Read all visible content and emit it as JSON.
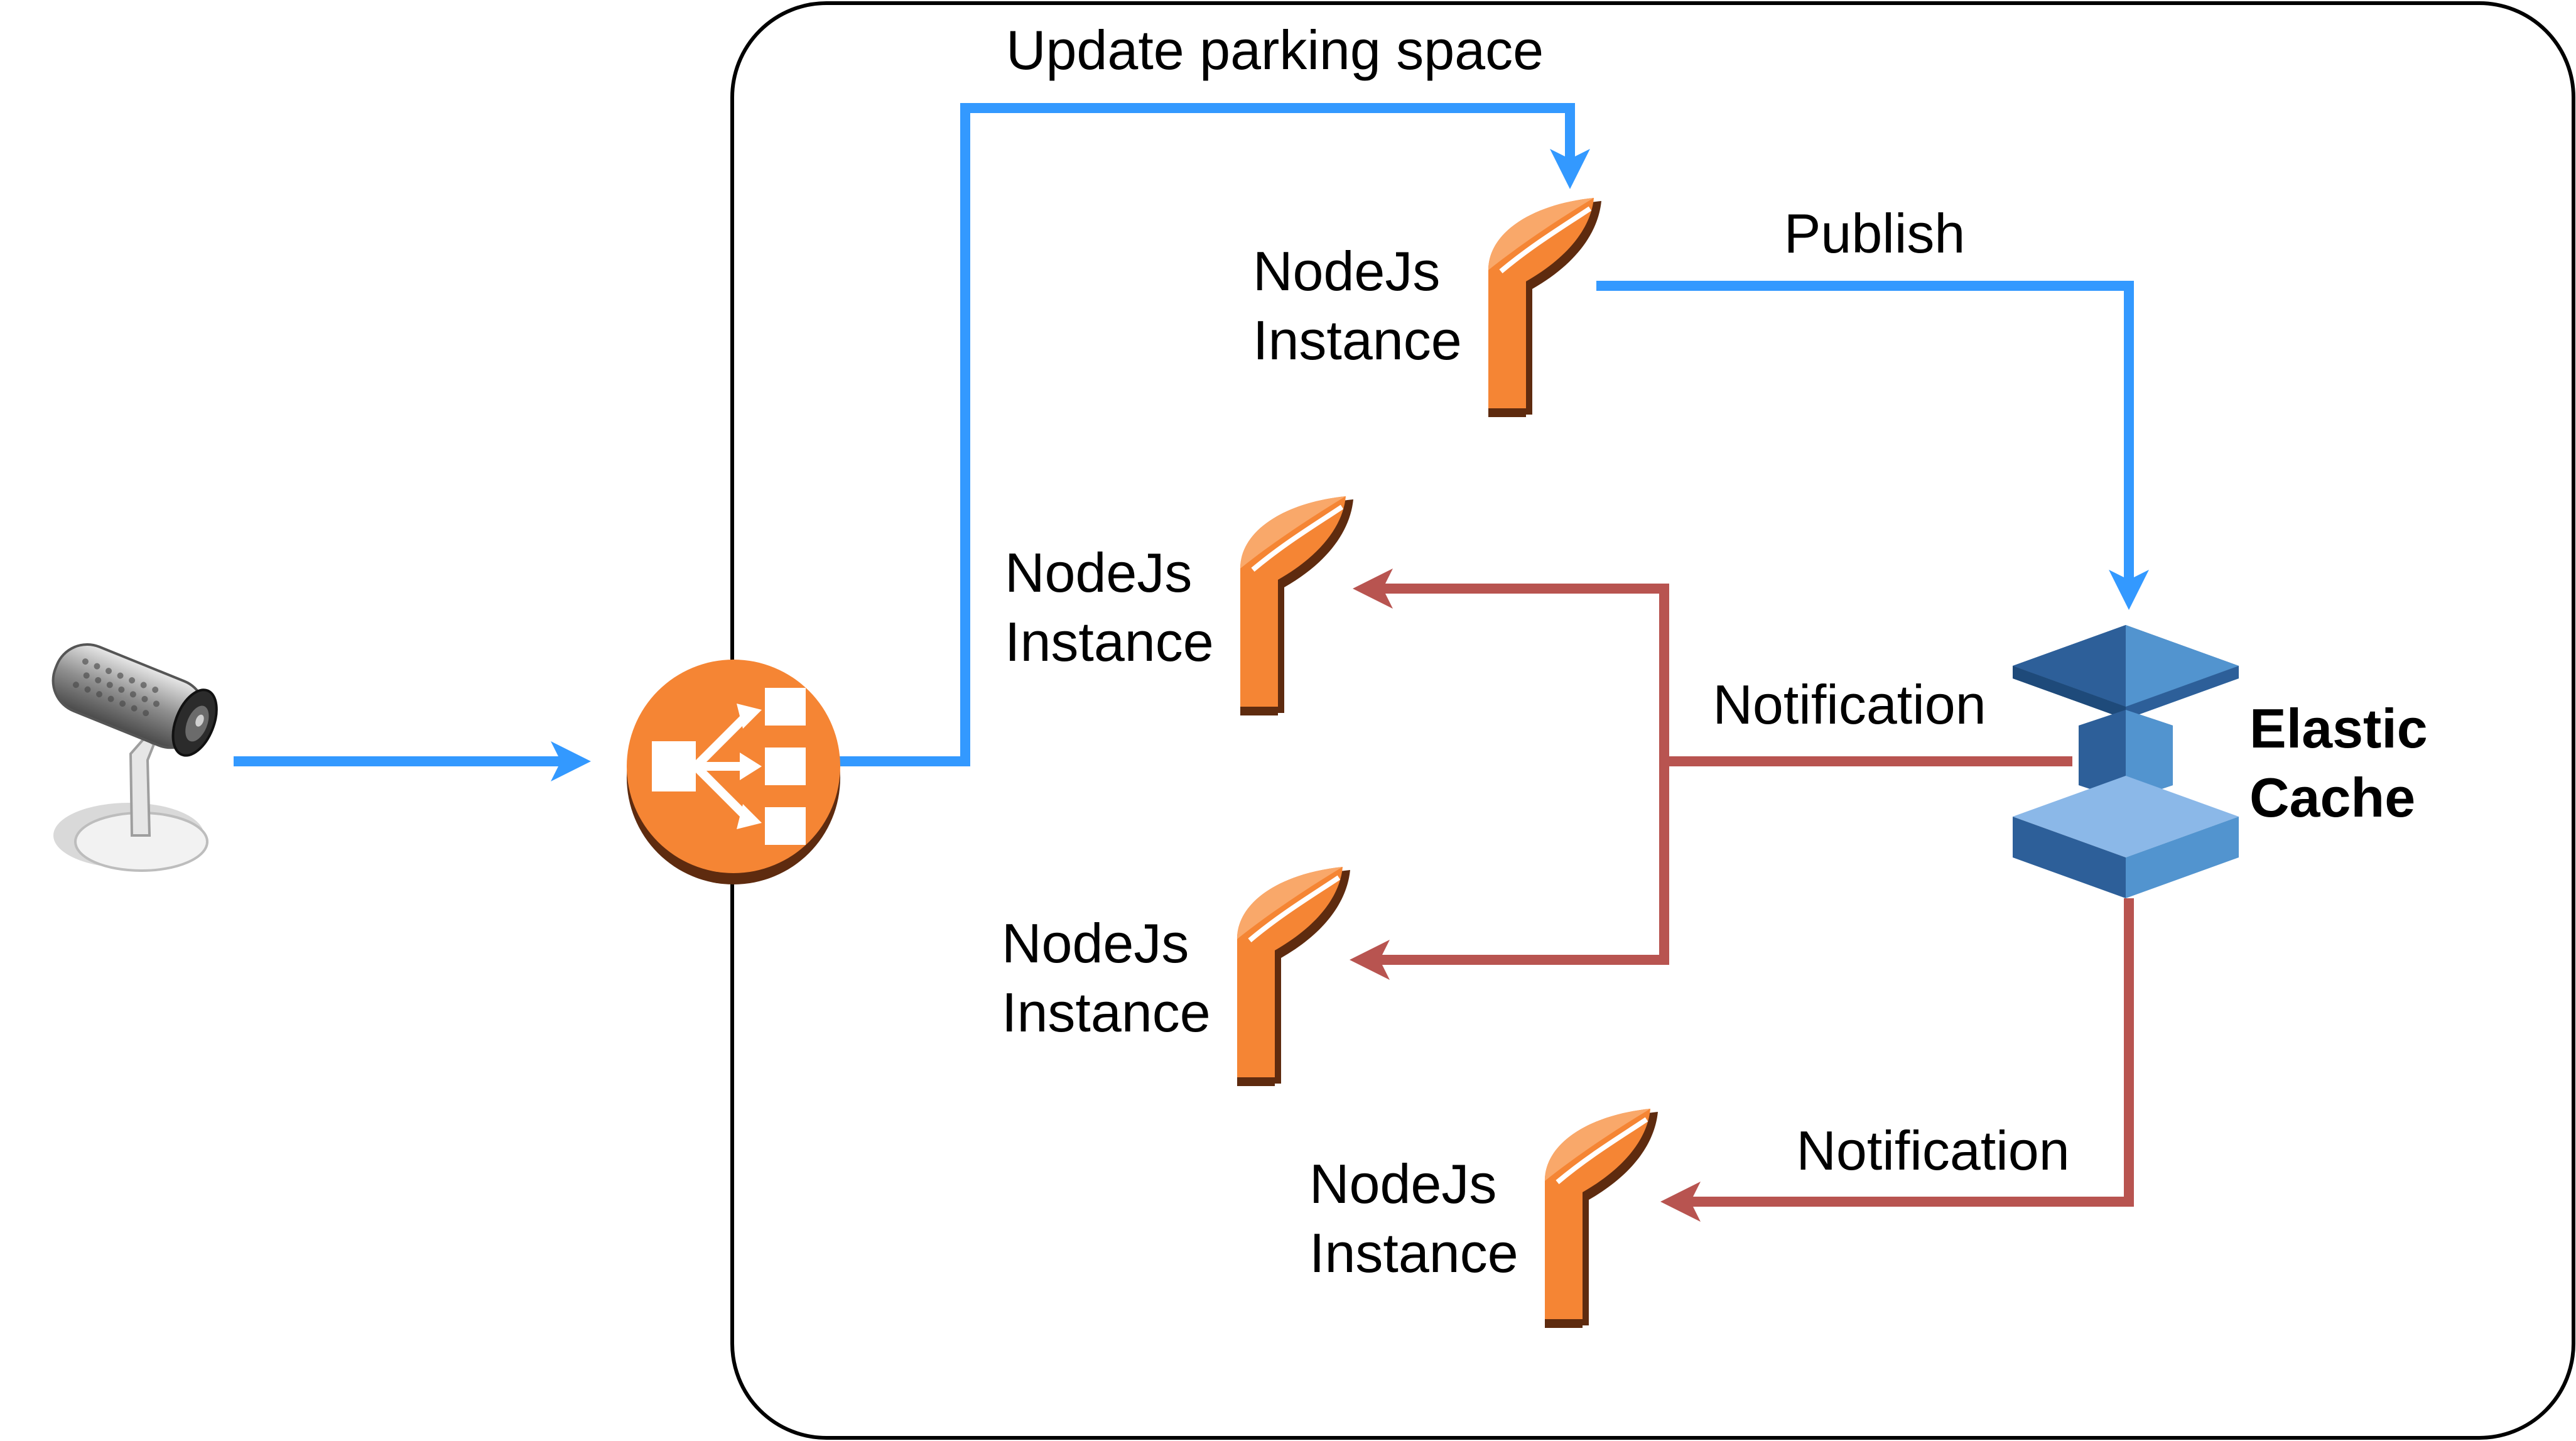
{
  "colors": {
    "request_flow": "#3399ff",
    "notification_flow": "#b85450",
    "aws_orange": "#f58534",
    "aws_dark_orange": "#5e2b0f",
    "cache_dark_blue": "#2d5f99",
    "cache_light_blue": "#5294cf",
    "container_border": "#000000"
  },
  "nodes": {
    "camera": {
      "icon": "security-camera-icon"
    },
    "load_balancer": {
      "icon": "aws-elastic-load-balancer-icon"
    },
    "elastic_cache": {
      "icon": "aws-elasticache-icon",
      "label_line1": "Elastic",
      "label_line2": "Cache"
    },
    "instances": [
      {
        "icon": "aws-elastic-beanstalk-nodejs-icon",
        "label_line1": "NodeJs",
        "label_line2": "Instance"
      },
      {
        "icon": "aws-elastic-beanstalk-nodejs-icon",
        "label_line1": "NodeJs",
        "label_line2": "Instance"
      },
      {
        "icon": "aws-elastic-beanstalk-nodejs-icon",
        "label_line1": "NodeJs",
        "label_line2": "Instance"
      },
      {
        "icon": "aws-elastic-beanstalk-nodejs-icon",
        "label_line1": "NodeJs",
        "label_line2": "Instance"
      }
    ]
  },
  "edges": {
    "camera_to_lb": {
      "label": ""
    },
    "lb_to_instance": {
      "label": "Update parking space"
    },
    "instance_to_cache": {
      "label": "Publish"
    },
    "cache_to_instances": {
      "label": "Notification"
    },
    "cache_to_bottom_instance": {
      "label": "Notification"
    }
  }
}
